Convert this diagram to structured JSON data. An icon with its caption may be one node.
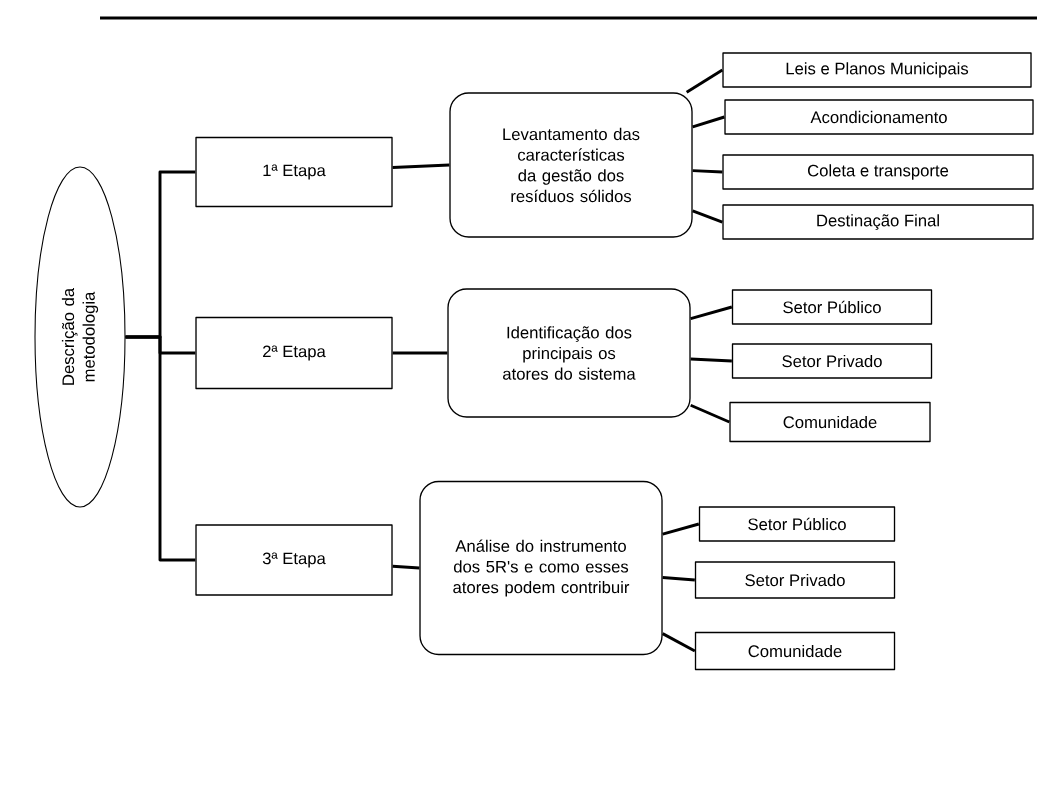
{
  "diagram": {
    "nodes": [
      {
        "text": [
          "Descrição da metodologia"
        ]
      },
      {
        "text": [
          "1ª Etapa"
        ]
      },
      {
        "text": [
          "2ª Etapa"
        ]
      },
      {
        "text": [
          "3ª Etapa"
        ]
      },
      {
        "text": [
          "Levantamento das características da gestão dos resíduos sólidos"
        ]
      },
      {
        "text": [
          "Leis e Planos Municipais"
        ]
      },
      {
        "text": [
          "Acondicionamento"
        ]
      },
      {
        "text": [
          "Coleta e transporte"
        ]
      },
      {
        "text": [
          "Destinação Final"
        ]
      },
      {
        "text": [
          "Identificação dos principais os atores do sistema"
        ]
      },
      {
        "text": [
          "Setor Público"
        ]
      },
      {
        "text": [
          "Setor Privado"
        ]
      },
      {
        "text": [
          "Comunidade"
        ]
      },
      {
        "text": [
          "Análise do instrumento dos 5R's e como esses atores podem contribuir"
        ]
      },
      {
        "text": [
          "Setor Público"
        ]
      },
      {
        "text": [
          "Setor Privado"
        ]
      },
      {
        "text": [
          "Comunidade"
        ]
      }
    ],
    "edges": [
      {
        "from": 0,
        "to": 1,
        "arrow": "none"
      },
      {
        "from": 0,
        "to": 2,
        "arrow": "none"
      },
      {
        "from": 0,
        "to": 3,
        "arrow": "none"
      },
      {
        "from": 1,
        "to": 4,
        "arrow": "none"
      },
      {
        "from": 2,
        "to": 9,
        "arrow": "none"
      },
      {
        "from": 3,
        "to": 13,
        "arrow": "none"
      },
      {
        "from": 4,
        "to": 5,
        "arrow": "none"
      },
      {
        "from": 4,
        "to": 6,
        "arrow": "none"
      },
      {
        "from": 4,
        "to": 7,
        "arrow": "none"
      },
      {
        "from": 4,
        "to": 8,
        "arrow": "none"
      },
      {
        "from": 9,
        "to": 10,
        "arrow": "none"
      },
      {
        "from": 9,
        "to": 11,
        "arrow": "none"
      },
      {
        "from": 9,
        "to": 12,
        "arrow": "none"
      },
      {
        "from": 13,
        "to": 14,
        "arrow": "none"
      },
      {
        "from": 13,
        "to": 15,
        "arrow": "none"
      },
      {
        "from": 13,
        "to": 16,
        "arrow": "none"
      }
    ]
  }
}
